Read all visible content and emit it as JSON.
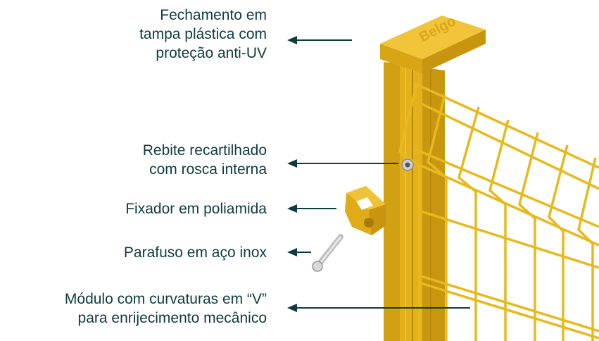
{
  "callouts": {
    "cap": {
      "line1": "Fechamento em",
      "line2": "tampa plástica com",
      "line3": "proteção anti-UV"
    },
    "rivet": {
      "line1": "Rebite recartilhado",
      "line2": "com rosca interna"
    },
    "clip": {
      "line1": "Fixador em poliamida"
    },
    "screw": {
      "line1": "Parafuso em aço inox"
    },
    "module": {
      "line1": "Módulo com curvaturas em “V”",
      "line2": "para enrijecimento mecânico"
    }
  },
  "product": {
    "cap_brand": "Belgo"
  },
  "colors": {
    "text": "#0f3b3f",
    "arrow": "#0f3b3f",
    "post": "#e3b21a",
    "post_dark": "#b8870e",
    "mesh": "#e8b91c"
  }
}
